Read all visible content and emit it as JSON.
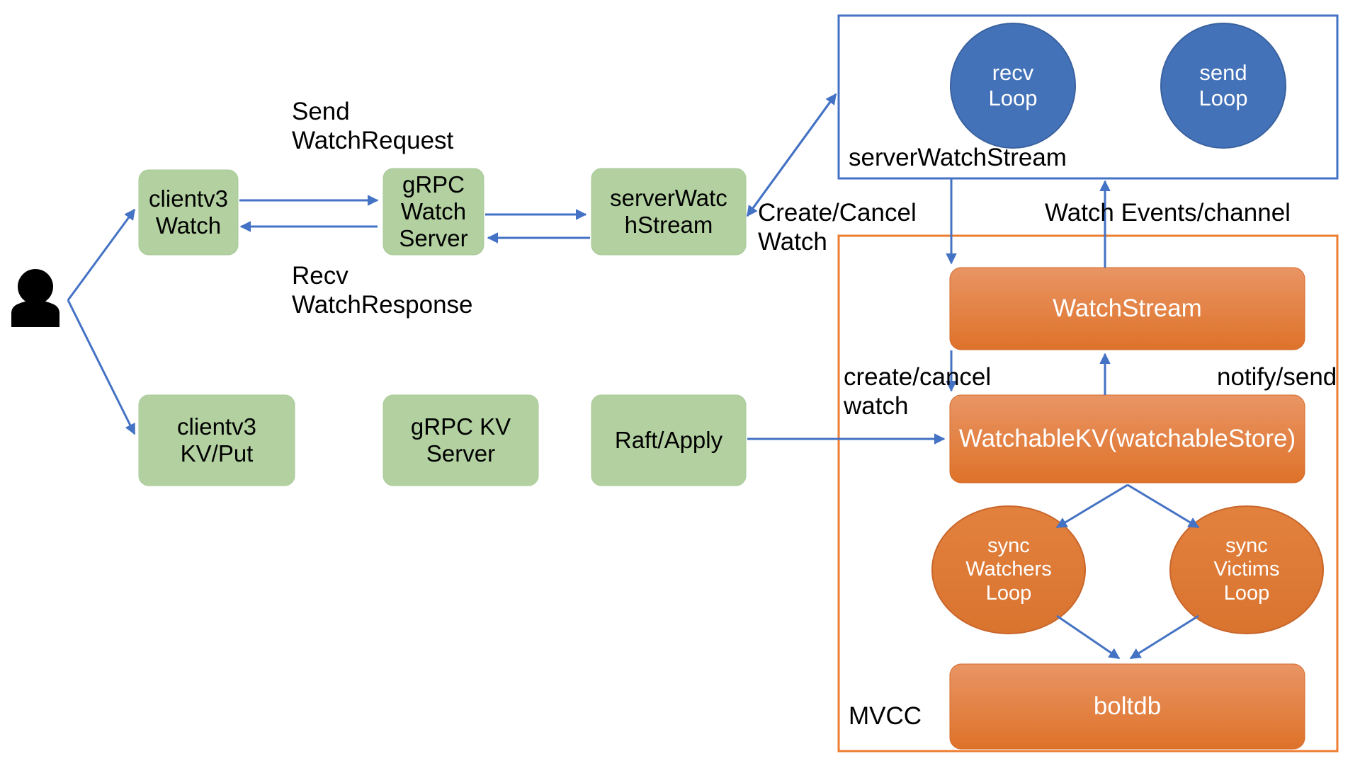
{
  "diagram": {
    "title": "etcd watch data flow",
    "colors": {
      "green_fill": "#b3d1a0",
      "green_stroke": "#a0c48d",
      "orange_fill_top": "#e89264",
      "orange_fill_bottom": "#e0762e",
      "orange_stroke": "#d2692a",
      "blue_fill": "#4472b8",
      "blue_stroke": "#3a62a0",
      "arrow": "#4472c4",
      "container_blue": "#4472c4",
      "container_orange": "#ed7d31",
      "text_dark": "#000000",
      "text_light": "#ffffff"
    },
    "actor": {
      "name": "user-actor",
      "label": ""
    },
    "green_nodes": [
      {
        "id": "clientv3-watch",
        "label": "clientv3\nWatch"
      },
      {
        "id": "grpc-watch-server",
        "label": "gRPC\nWatch\nServer"
      },
      {
        "id": "server-watch-stream",
        "label": "serverWatc\nhStream"
      },
      {
        "id": "clientv3-kv-put",
        "label": "clientv3\nKV/Put"
      },
      {
        "id": "grpc-kv-server",
        "label": "gRPC KV\nServer"
      },
      {
        "id": "raft-apply",
        "label": "Raft/Apply"
      }
    ],
    "blue_container": {
      "label": "serverWatchStream",
      "ellipses": [
        {
          "id": "recv-loop",
          "label": "recv\nLoop"
        },
        {
          "id": "send-loop",
          "label": "send\nLoop"
        }
      ]
    },
    "orange_container": {
      "label": "MVCC",
      "boxes": [
        {
          "id": "watch-stream",
          "label": "WatchStream"
        },
        {
          "id": "watchable-kv",
          "label": "WatchableKV(watchableStore)"
        },
        {
          "id": "boltdb",
          "label": "boltdb"
        }
      ],
      "ellipses": [
        {
          "id": "sync-watchers-loop",
          "label": "sync\nWatchers\nLoop"
        },
        {
          "id": "sync-victims-loop",
          "label": "sync\nVictims\nLoop"
        }
      ]
    },
    "edge_labels": [
      {
        "id": "send-watch-request",
        "label": "Send\nWatchRequest"
      },
      {
        "id": "recv-watch-response",
        "label": "Recv\nWatchResponse"
      },
      {
        "id": "create-cancel-watch-upper",
        "label": "Create/Cancel Watch"
      },
      {
        "id": "watch-events-channel",
        "label": "Watch Events/channel"
      },
      {
        "id": "create-cancel-watch-lower",
        "label": "create/cancel watch"
      },
      {
        "id": "notify-send",
        "label": "notify/send"
      }
    ]
  }
}
